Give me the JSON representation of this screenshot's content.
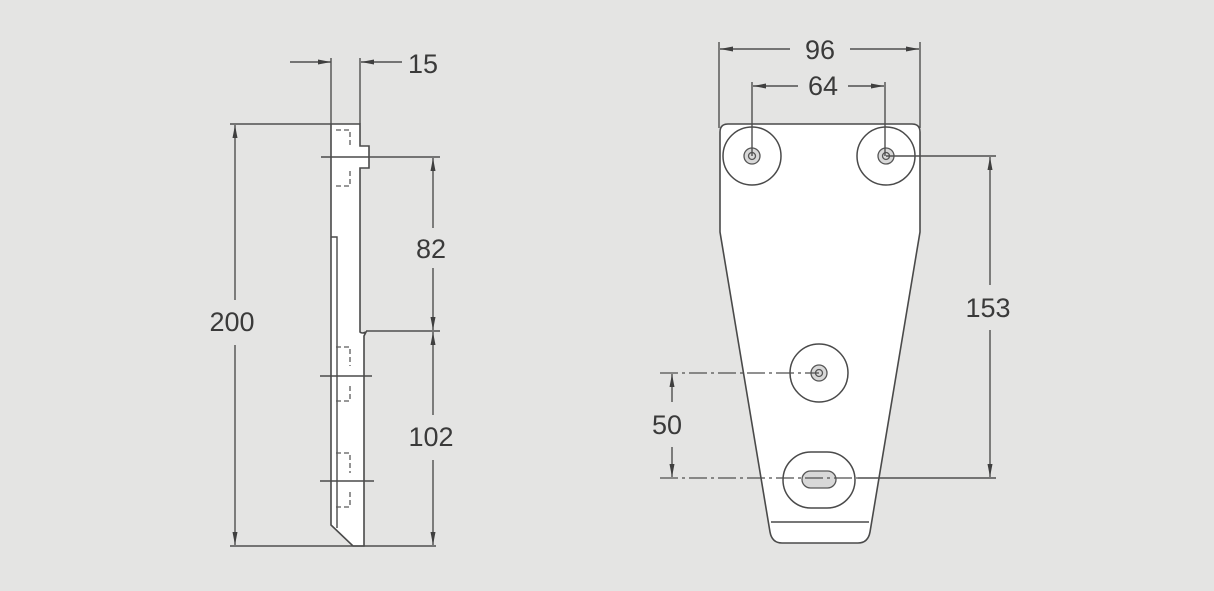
{
  "drawing": {
    "background_color": "#e4e4e3",
    "part_fill": "#ffffff",
    "line_color": "#4a4a4a",
    "side_view": {
      "dimensions": {
        "thickness": "15",
        "overall_height": "200",
        "upper_spacing": "82",
        "lower_spacing": "102"
      }
    },
    "front_view": {
      "dimensions": {
        "overall_width": "96",
        "hole_spacing": "64",
        "hole_to_slot_vertical": "153",
        "center_hole_to_slot": "50"
      }
    }
  }
}
